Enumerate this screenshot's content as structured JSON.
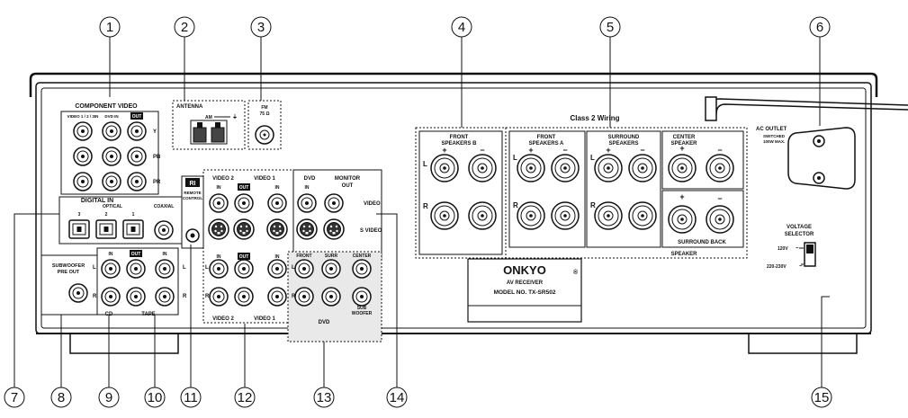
{
  "callouts": [
    "1",
    "2",
    "3",
    "4",
    "5",
    "6",
    "7",
    "8",
    "9",
    "10",
    "11",
    "12",
    "13",
    "14",
    "15"
  ],
  "labels": {
    "component_video": "COMPONENT VIDEO",
    "video_123in": "VIDEO 1 / 2 / 3IN",
    "dvd_in": "DVD IN",
    "out": "OUT",
    "y": "Y",
    "pb": "PB",
    "pr": "PR",
    "antenna": "ANTENNA",
    "am": "AM",
    "fm": "FM",
    "fm_ohm": "75 Ω",
    "class2": "Class 2 Wiring",
    "front_b_1": "FRONT",
    "front_b_2": "SPEAKERS B",
    "front_a_1": "FRONT",
    "front_a_2": "SPEAKERS A",
    "surround_1": "SURROUND",
    "surround_2": "SPEAKERS",
    "center_1": "CENTER",
    "center_2": "SPEAKER",
    "plus": "+",
    "minus": "−",
    "l": "L",
    "r": "R",
    "surround_back_1": "SURROUND BACK",
    "surround_back_2": "SPEAKER",
    "ac_outlet": "AC OUTLET",
    "switched": "SWITCHED",
    "max": "100W MAX.",
    "voltage_1": "VOLTAGE",
    "voltage_2": "SELECTOR",
    "v120": "120V",
    "v220": "220-230V",
    "digital_in": "DIGITAL IN",
    "optical": "OPTICAL",
    "coaxial": "COAXIAL",
    "d3": "3",
    "d2": "2",
    "d1": "1",
    "ri": "RI",
    "remote_1": "REMOTE",
    "remote_2": "CONTROL",
    "video2": "VIDEO 2",
    "video1": "VIDEO 1",
    "dvd": "DVD",
    "monitor_1": "MONITOR",
    "monitor_2": "OUT",
    "in": "IN",
    "video": "VIDEO",
    "s_video": "S VIDEO",
    "subwoofer_1": "SUBWOOFER",
    "subwoofer_2": "PRE OUT",
    "cd": "CD",
    "tape": "TAPE",
    "front": "FRONT",
    "surr": "SURR",
    "center": "CENTER",
    "sub_1": "SUB",
    "sub_2": "WOOFER",
    "onkyo": "ONKYO",
    "av_receiver": "AV RECEIVER",
    "model": "MODEL NO. TX-SR502"
  }
}
